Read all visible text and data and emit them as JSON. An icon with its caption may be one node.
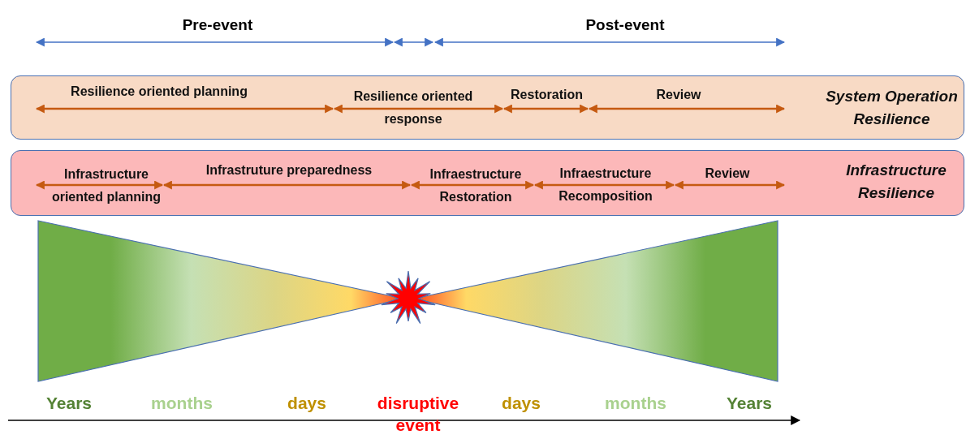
{
  "diagram": {
    "nodes": [
      {
        "text": [
          "Resilience oriented planning",
          "Resilience oriented response",
          "Restoration",
          "Review",
          "System Operation Resilience"
        ]
      },
      {
        "text": [
          "Infrastructure oriented planning",
          "Infrastruture preparedness",
          "Infraestructure Restoration",
          "Infraestructure Recomposition",
          "Review",
          "Infrastructure Resilience"
        ]
      }
    ],
    "labels": [
      "Pre-event",
      "Post-event",
      "Years",
      "months",
      "days",
      "disruptive event",
      "days",
      "months",
      "Years"
    ]
  }
}
